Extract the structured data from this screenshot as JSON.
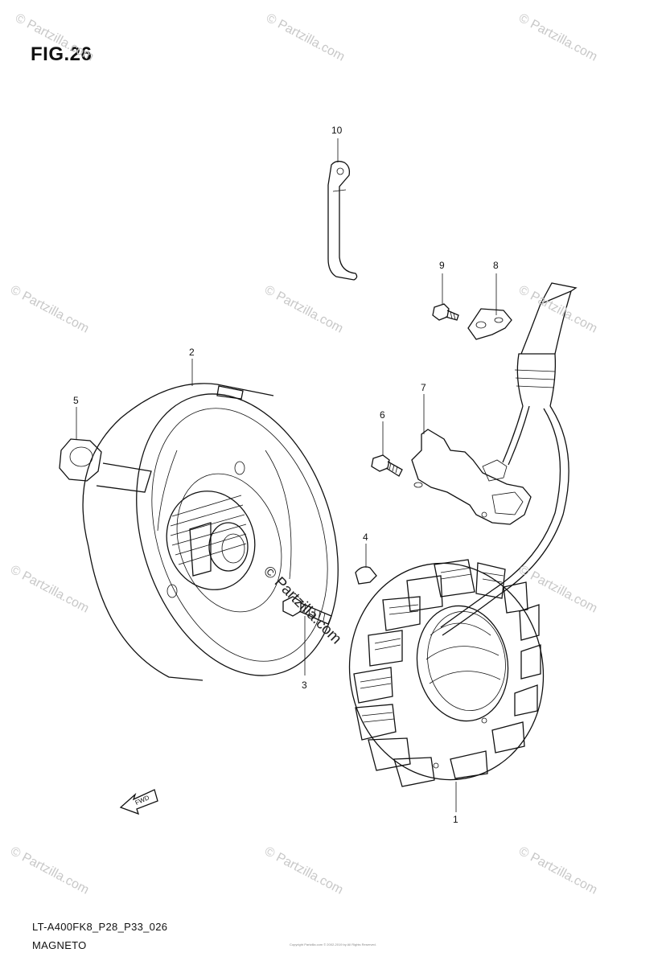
{
  "figure": {
    "title": "FIG.26",
    "code": "LT-A400FK8_P28_P33_026",
    "caption": "MAGNETO",
    "center_watermark": "© Partzilla.com",
    "copyright": "Copyright Partzilla.com © 2002-2019 by All Rights Reserved."
  },
  "callouts": [
    {
      "id": "callout-1",
      "text": "1"
    },
    {
      "id": "callout-2",
      "text": "2"
    },
    {
      "id": "callout-3",
      "text": "3"
    },
    {
      "id": "callout-4",
      "text": "4"
    },
    {
      "id": "callout-5",
      "text": "5"
    },
    {
      "id": "callout-6",
      "text": "6"
    },
    {
      "id": "callout-7",
      "text": "7"
    },
    {
      "id": "callout-8",
      "text": "8"
    },
    {
      "id": "callout-9",
      "text": "9"
    },
    {
      "id": "callout-10",
      "text": "10"
    }
  ],
  "fwd_label": "FWD",
  "watermark_text": "© Partzilla.com"
}
